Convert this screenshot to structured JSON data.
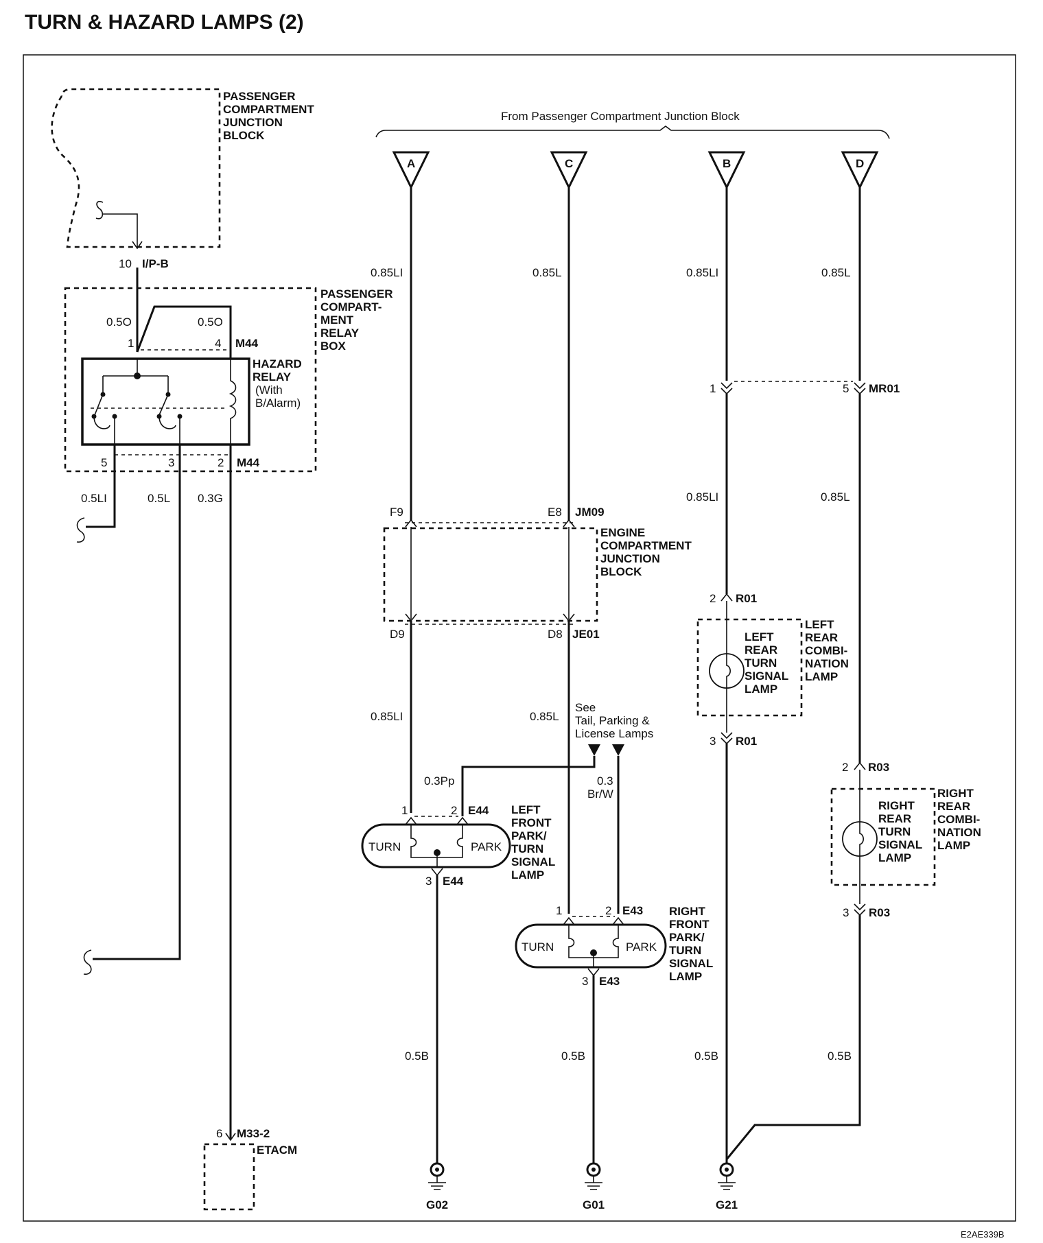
{
  "title": "TURN & HAZARD LAMPS (2)",
  "footer_code": "E2AE339B",
  "from_block_label": "From Passenger Compartment Junction Block",
  "connectors_top": [
    "A",
    "C",
    "B",
    "D"
  ],
  "passenger_junction_block": {
    "lines": [
      "PASSENGER",
      "COMPARTMENT",
      "JUNCTION",
      "BLOCK"
    ],
    "pin": "10",
    "connector": "I/P-B"
  },
  "relay_box": {
    "lines": [
      "PASSENGER",
      "COMPART-",
      "MENT",
      "RELAY",
      "BOX"
    ],
    "relay_lines": [
      "HAZARD",
      "RELAY",
      "(With",
      "B/Alarm)"
    ],
    "connector": "M44",
    "pins": [
      "1",
      "4",
      "5",
      "3",
      "2"
    ],
    "wire_top_left": "0.5O",
    "wire_top_right": "0.5O"
  },
  "relay_wires": [
    "0.5LI",
    "0.5L",
    "0.3G"
  ],
  "etacm": {
    "pin": "6",
    "connector": "M33-2",
    "label": "ETACM"
  },
  "wire_labels": {
    "a_top": "0.85LI",
    "c_top": "0.85L",
    "b_top": "0.85LI",
    "d_top": "0.85L",
    "b_mid": "0.85LI",
    "d_mid": "0.85L",
    "a_low": "0.85LI",
    "c_low": "0.85L",
    "park_left": "0.3Pp",
    "park_right_1": "0.3",
    "park_right_2": "Br/W",
    "ground_1": "0.5B",
    "ground_2": "0.5B",
    "ground_3": "0.5B",
    "ground_4": "0.5B"
  },
  "mr01": {
    "pin_left": "1",
    "pin_right": "5",
    "connector": "MR01"
  },
  "engine_block": {
    "lines": [
      "ENGINE",
      "COMPARTMENT",
      "JUNCTION",
      "BLOCK"
    ],
    "pin_f9": "F9",
    "pin_e8": "E8",
    "top_connector": "JM09",
    "pin_d9": "D9",
    "pin_d8": "D8",
    "bottom_connector": "JE01"
  },
  "see_note": [
    "See",
    "Tail, Parking &",
    "License Lamps"
  ],
  "left_front_lamp": {
    "label_lines": [
      "LEFT",
      "FRONT",
      "PARK/",
      "TURN",
      "SIGNAL",
      "LAMP"
    ],
    "turn": "TURN",
    "park": "PARK",
    "pin_1": "1",
    "pin_2": "2",
    "pin_3": "3",
    "connector": "E44"
  },
  "right_front_lamp": {
    "label_lines": [
      "RIGHT",
      "FRONT",
      "PARK/",
      "TURN",
      "SIGNAL",
      "LAMP"
    ],
    "turn": "TURN",
    "park": "PARK",
    "pin_1": "1",
    "pin_2": "2",
    "pin_3": "3",
    "connector": "E43"
  },
  "left_rear_lamp": {
    "inner_lines": [
      "LEFT",
      "REAR",
      "TURN",
      "SIGNAL",
      "LAMP"
    ],
    "outer_lines": [
      "LEFT",
      "REAR",
      "COMBI-",
      "NATION",
      "LAMP"
    ],
    "pin_top": "2",
    "pin_bottom": "3",
    "connector": "R01"
  },
  "right_rear_lamp": {
    "inner_lines": [
      "RIGHT",
      "REAR",
      "TURN",
      "SIGNAL",
      "LAMP"
    ],
    "outer_lines": [
      "RIGHT",
      "REAR",
      "COMBI-",
      "NATION",
      "LAMP"
    ],
    "pin_top": "2",
    "pin_bottom": "3",
    "connector": "R03"
  },
  "grounds": [
    "G02",
    "G01",
    "G21"
  ]
}
